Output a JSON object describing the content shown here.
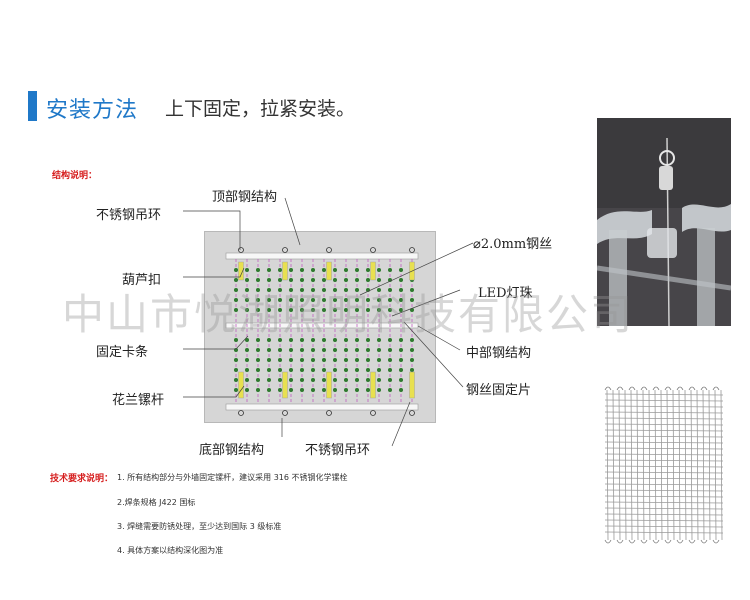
{
  "header": {
    "title": "安装方法",
    "subtitle": "上下固定，拉紧安装。"
  },
  "structure_label": "结构说明：",
  "callouts": {
    "top_steel": "顶部钢结构",
    "ring_top": "不锈钢吊环",
    "steel_wire": "⌀2.0mm钢丝",
    "gourd_buckle": "葫芦扣",
    "led_bead": "LED灯珠",
    "clip_strip": "固定卡条",
    "middle_steel": "中部钢结构",
    "turnbuckle": "花兰镙杆",
    "wire_plate": "钢丝固定片",
    "bottom_steel": "底部钢结构",
    "ring_bottom": "不锈钢吊环"
  },
  "tech": {
    "label": "技术要求说明：",
    "notes": [
      "1. 所有结构部分与外墙固定镙杆，建议采用 316 不锈钢化学镙栓",
      "2.焊条规格 J422 国标",
      "3. 焊缝需要防锈处理，至少达到国际 3 级标准",
      "4. 具体方案以结构深化图为准"
    ]
  },
  "watermark": "中山市悦湖照明科技有限公司",
  "colors": {
    "accent": "#1f78c8",
    "red_label": "#d61e1e",
    "wire_pink": "#c060c0",
    "led_green": "#2f7a2f",
    "turnbuckle_yellow": "#e8e050"
  }
}
